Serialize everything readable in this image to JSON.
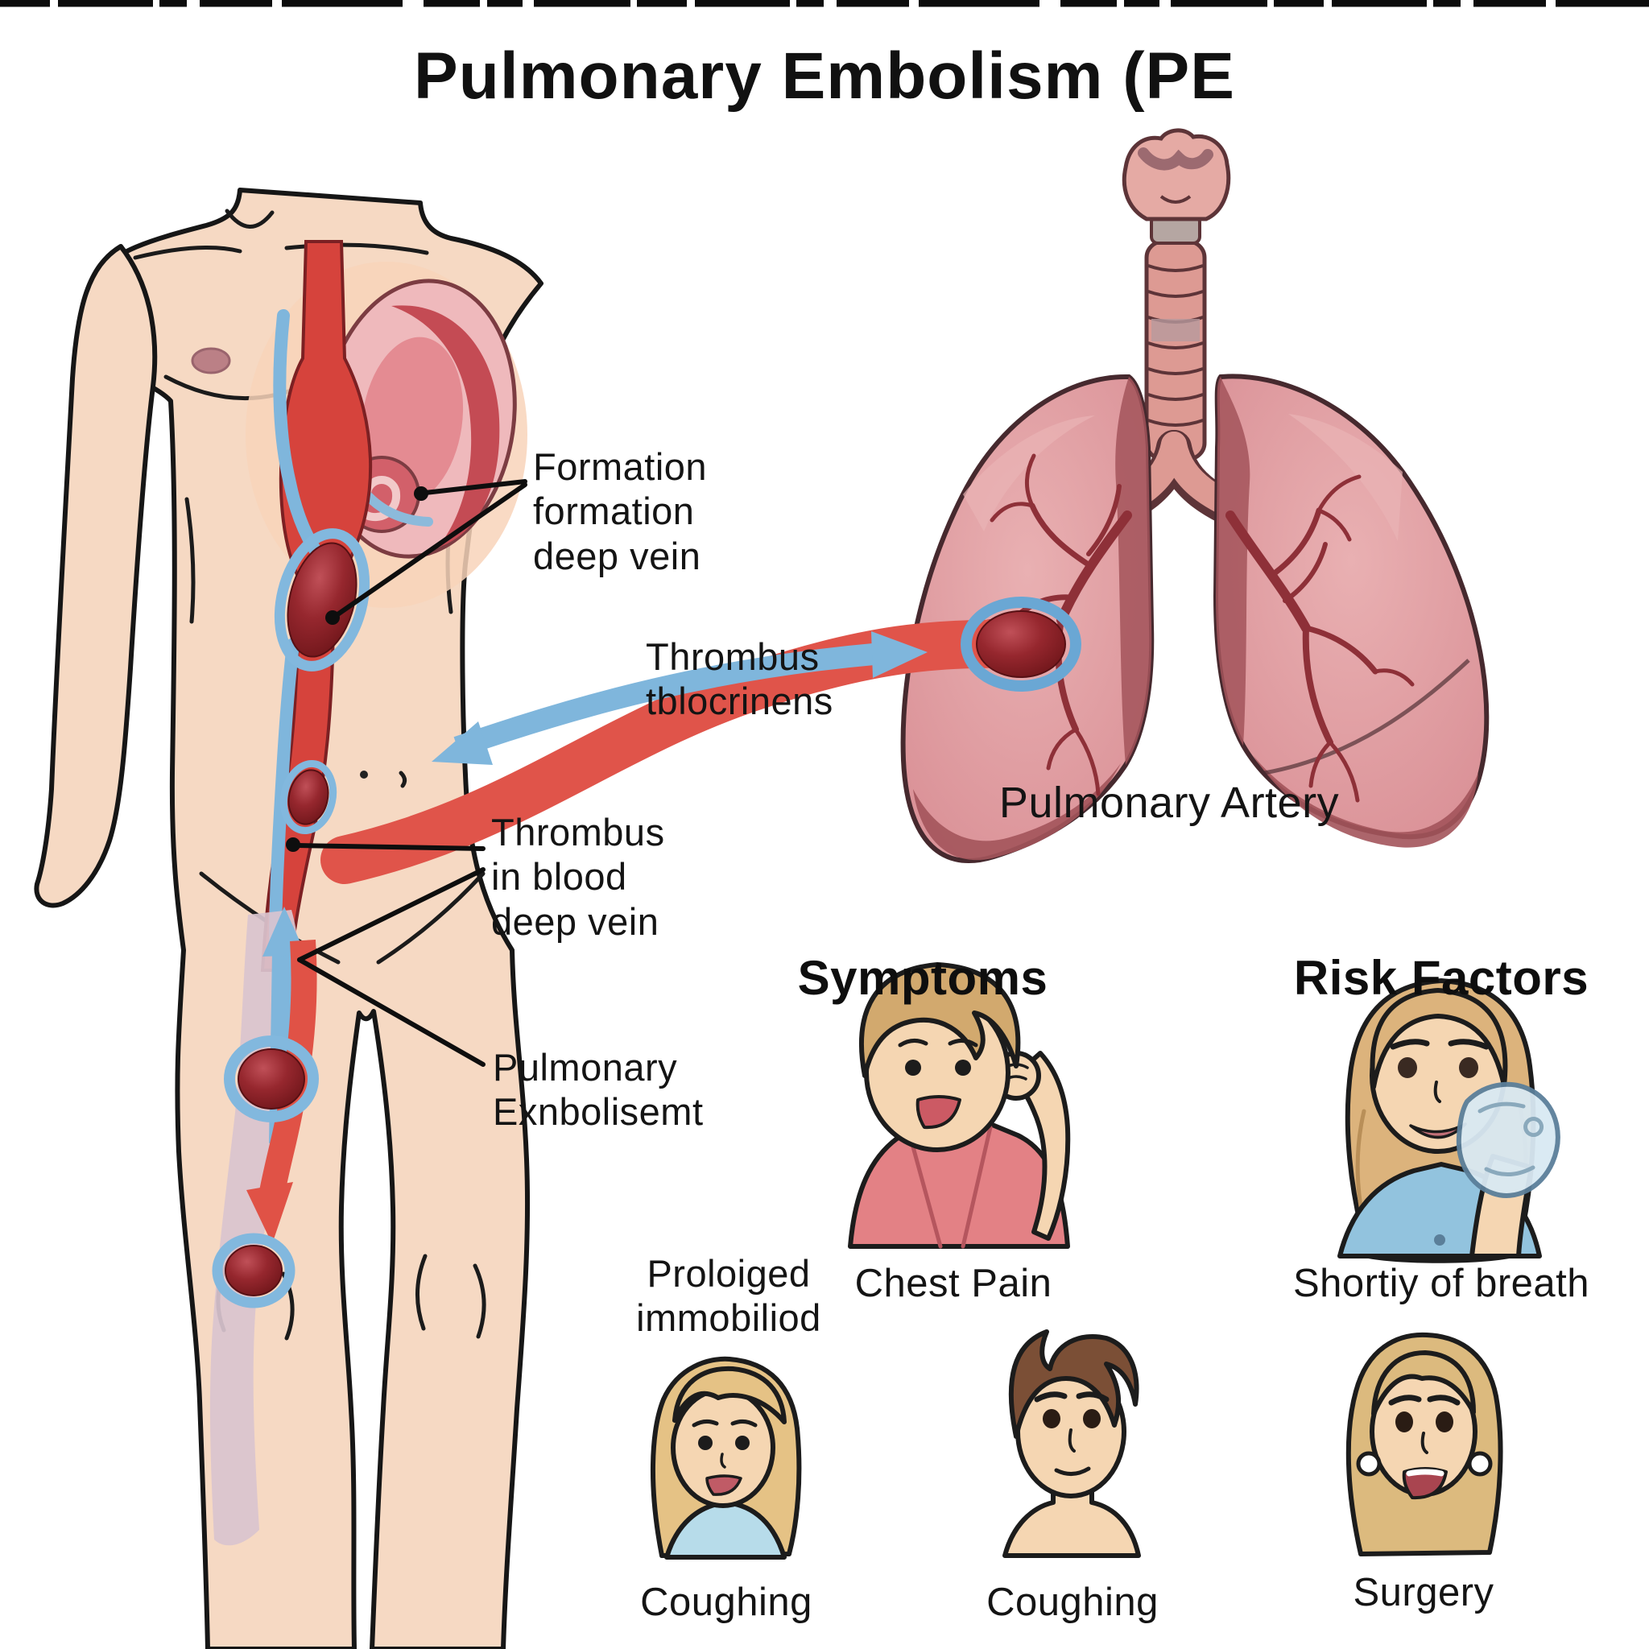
{
  "title": "Pulmonary Embolism (PE",
  "labels": {
    "formation": "Formation\nformation\ndeep vein",
    "thrombus_blocking": "Thrombus\ntblocrinens",
    "thrombus_in_vein": "Thrombus\nin blood\ndeep vein",
    "pulmonary_embolism": "Pulmonary\nExnbolisemt",
    "pulmonary_artery": "Pulmonary Artery"
  },
  "symptoms": {
    "heading": "Symptoms",
    "items": [
      {
        "label": "Chest Pain"
      },
      {
        "label": "Coughing"
      },
      {
        "label": "Coughing"
      }
    ]
  },
  "risk_factors": {
    "heading": "Risk Factors",
    "note": "Proloiged\nimmobiliod",
    "items": [
      {
        "label": "Shortiy of breath"
      },
      {
        "label": "Surgery"
      }
    ]
  },
  "colors": {
    "artery_red": "#dd4e44",
    "vein_blue": "#7fb6dc",
    "clot_dark_red": "#7e1d23",
    "skin": "#f6d9c3",
    "lung_pink": "#da9499",
    "lung_dark": "#a3545b",
    "outline": "#141414"
  }
}
